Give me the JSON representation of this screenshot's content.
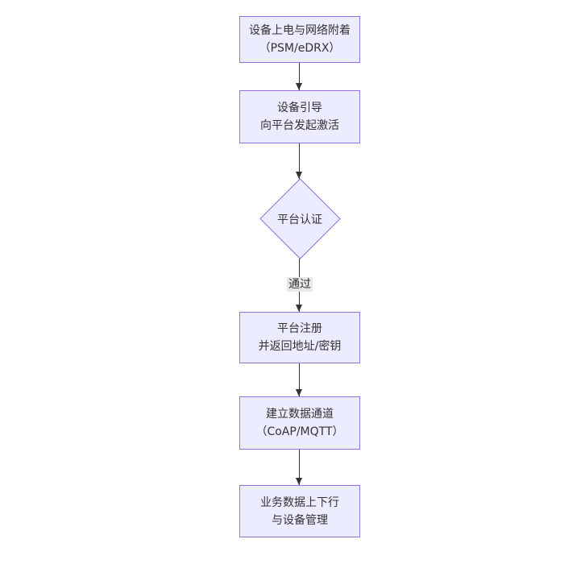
{
  "diagram": {
    "type": "flowchart",
    "direction": "top-down",
    "nodes": [
      {
        "shape": "rect",
        "line1": "设备上电与网络附着",
        "line2": "（PSM/eDRX）"
      },
      {
        "shape": "rect",
        "line1": "设备引导",
        "line2": "向平台发起激活"
      },
      {
        "shape": "diamond",
        "line1": "平台认证",
        "line2": ""
      },
      {
        "shape": "rect",
        "line1": "平台注册",
        "line2": "并返回地址/密钥"
      },
      {
        "shape": "rect",
        "line1": "建立数据通道",
        "line2": "（CoAP/MQTT）"
      },
      {
        "shape": "rect",
        "line1": "业务数据上下行",
        "line2": "与设备管理"
      }
    ],
    "edge_labels": {
      "auth_pass": "通过"
    },
    "colors": {
      "node_fill": "#ECECFF",
      "node_border": "#9370DB",
      "arrow": "#333333",
      "text": "#333333",
      "edge_label_bg": "#e8e8e8",
      "background": "#ffffff"
    }
  }
}
